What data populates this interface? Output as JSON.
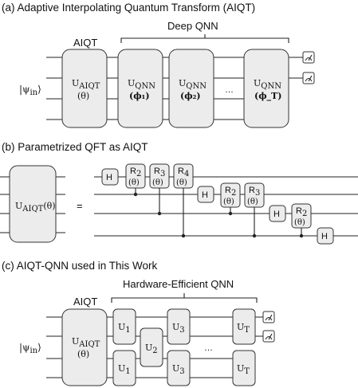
{
  "panel_a": {
    "title": "(a) Adaptive Interpolating Quantum Transform (AIQT)",
    "aiqt_label": "AIQT",
    "deep_label": "Deep QNN",
    "input": "|ψ",
    "input_sub": "in",
    "input_close": "⟩",
    "aiqt_gate": "U",
    "aiqt_gate_sub": "AIQT",
    "aiqt_param": "(θ)",
    "qnn_gate": "U",
    "qnn_gate_sub": "QNN",
    "qnn_params": [
      "(ϕ₁)",
      "(ϕ₂)",
      "(ϕ_T)"
    ],
    "dots": "…"
  },
  "panel_b": {
    "title": "(b) Parametrized QFT as AIQT",
    "lhs": "U",
    "lhs_sub": "AIQT",
    "lhs_param": "(θ)",
    "equals": "=",
    "h": "H",
    "r2": "R",
    "r2_sub": "2",
    "r3": "R",
    "r3_sub": "3",
    "r4": "R",
    "r4_sub": "4",
    "param": "(θ)"
  },
  "panel_c": {
    "title": "(c) AIQT-QNN used in This Work",
    "aiqt_label": "AIQT",
    "hw_label": "Hardware-Efficient QNN",
    "input": "|ψ",
    "input_sub": "in",
    "input_close": "⟩",
    "aiqt_gate": "U",
    "aiqt_gate_sub": "AIQT",
    "aiqt_param": "(θ)",
    "u": "U",
    "u1_sub": "1",
    "u2_sub": "2",
    "u3_sub": "3",
    "ut_sub": "T",
    "dots": "…"
  }
}
